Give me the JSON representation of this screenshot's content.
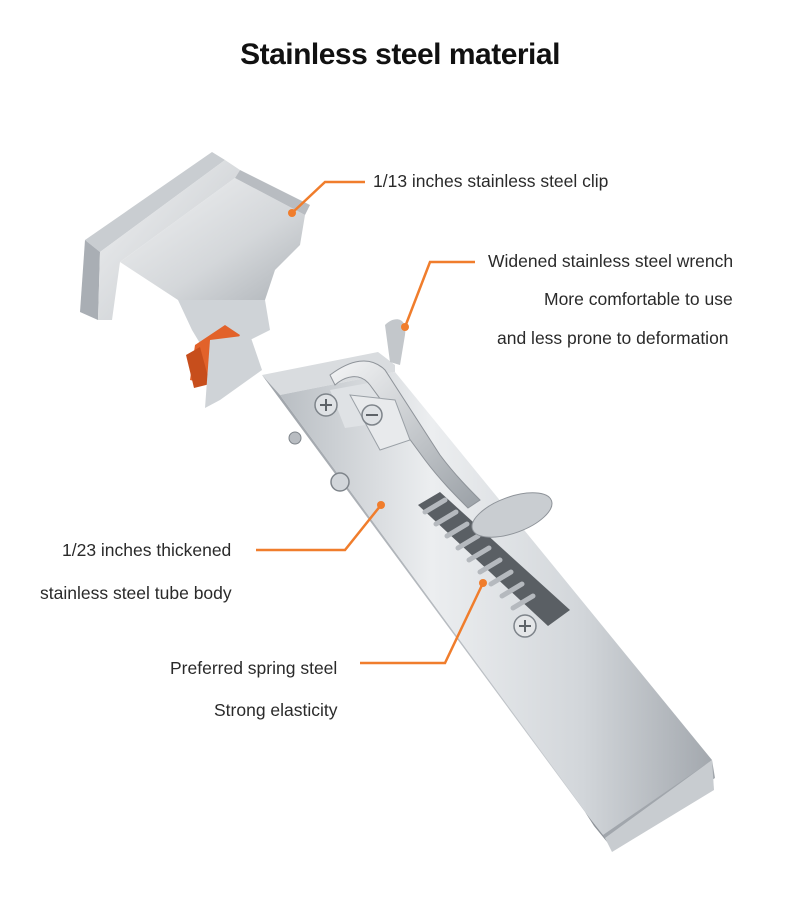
{
  "title": "Stainless steel material",
  "callouts": {
    "clip": "1/13  inches stainless steel clip",
    "wrench_1": "Widened stainless steel wrench",
    "wrench_2": "More comfortable to use",
    "wrench_3": "and less prone to deformation",
    "tube_1": "1/23 inches thickened",
    "tube_2": "stainless steel tube body",
    "spring_1": "Preferred spring steel",
    "spring_2": "Strong elasticity"
  },
  "colors": {
    "accent": "#f07d2c",
    "steel_light": "#e6e8ea",
    "steel_mid": "#c2c6ca",
    "steel_dark": "#8e9399",
    "knob": "#e2622a"
  }
}
